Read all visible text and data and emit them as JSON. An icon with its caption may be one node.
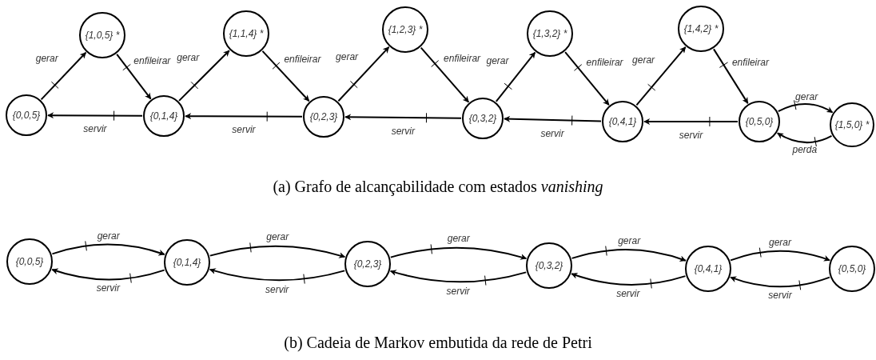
{
  "diagram": {
    "nodes": [
      {
        "text": [
          "{1,0,5} *"
        ]
      },
      {
        "text": [
          "{1,1,4} *"
        ]
      },
      {
        "text": [
          "{1,2,3} *"
        ]
      },
      {
        "text": [
          "{1,3,2} *"
        ]
      },
      {
        "text": [
          "{1,4,2} *"
        ]
      },
      {
        "text": [
          "{0,0,5}"
        ]
      },
      {
        "text": [
          "{0,1,4}"
        ]
      },
      {
        "text": [
          "{0,2,3}"
        ]
      },
      {
        "text": [
          "{0,3,2}"
        ]
      },
      {
        "text": [
          "{0,4,1}"
        ]
      },
      {
        "text": [
          "{0,5,0}"
        ]
      },
      {
        "text": [
          "{1,5,0} *"
        ]
      },
      {
        "text": [
          "{0,0,5}"
        ]
      },
      {
        "text": [
          "{0,1,4}"
        ]
      },
      {
        "text": [
          "{0,2,3}"
        ]
      },
      {
        "text": [
          "{0,3,2}"
        ]
      },
      {
        "text": [
          "{0,4,1}"
        ]
      },
      {
        "text": [
          "{0,5,0}"
        ]
      }
    ],
    "edges": [
      {
        "from": 5,
        "to": 0,
        "arrow": "to",
        "label": "gerar"
      },
      {
        "from": 0,
        "to": 6,
        "arrow": "to",
        "label": "enfileirar"
      },
      {
        "from": 6,
        "to": 5,
        "arrow": "to",
        "label": "servir"
      },
      {
        "from": 6,
        "to": 1,
        "arrow": "to",
        "label": "gerar"
      },
      {
        "from": 1,
        "to": 7,
        "arrow": "to",
        "label": "enfileirar"
      },
      {
        "from": 7,
        "to": 6,
        "arrow": "to",
        "label": "servir"
      },
      {
        "from": 7,
        "to": 2,
        "arrow": "to",
        "label": "gerar"
      },
      {
        "from": 2,
        "to": 8,
        "arrow": "to",
        "label": "enfileirar"
      },
      {
        "from": 8,
        "to": 7,
        "arrow": "to",
        "label": "servir"
      },
      {
        "from": 8,
        "to": 3,
        "arrow": "to",
        "label": "gerar"
      },
      {
        "from": 3,
        "to": 9,
        "arrow": "to",
        "label": "enfileirar"
      },
      {
        "from": 9,
        "to": 8,
        "arrow": "to",
        "label": "servir"
      },
      {
        "from": 9,
        "to": 4,
        "arrow": "to",
        "label": "gerar"
      },
      {
        "from": 4,
        "to": 10,
        "arrow": "to",
        "label": "enfileirar"
      },
      {
        "from": 10,
        "to": 9,
        "arrow": "to",
        "label": "servir"
      },
      {
        "from": 10,
        "to": 11,
        "arrow": "to",
        "label": "gerar"
      },
      {
        "from": 11,
        "to": 10,
        "arrow": "to",
        "label": "perda"
      },
      {
        "from": 12,
        "to": 13,
        "arrow": "to",
        "label": "gerar"
      },
      {
        "from": 13,
        "to": 12,
        "arrow": "to",
        "label": "servir"
      },
      {
        "from": 13,
        "to": 14,
        "arrow": "to",
        "label": "gerar"
      },
      {
        "from": 14,
        "to": 13,
        "arrow": "to",
        "label": "servir"
      },
      {
        "from": 14,
        "to": 15,
        "arrow": "to",
        "label": "gerar"
      },
      {
        "from": 15,
        "to": 14,
        "arrow": "to",
        "label": "servir"
      },
      {
        "from": 15,
        "to": 16,
        "arrow": "to",
        "label": "gerar"
      },
      {
        "from": 16,
        "to": 15,
        "arrow": "to",
        "label": "servir"
      },
      {
        "from": 16,
        "to": 17,
        "arrow": "to",
        "label": "gerar"
      },
      {
        "from": 17,
        "to": 16,
        "arrow": "to",
        "label": "servir"
      }
    ],
    "labels": [
      "(a) Grafo de alcançabilidade com estados *vanishing*",
      "(b) Cadeia de Markov embutida da rede de Petri"
    ]
  }
}
